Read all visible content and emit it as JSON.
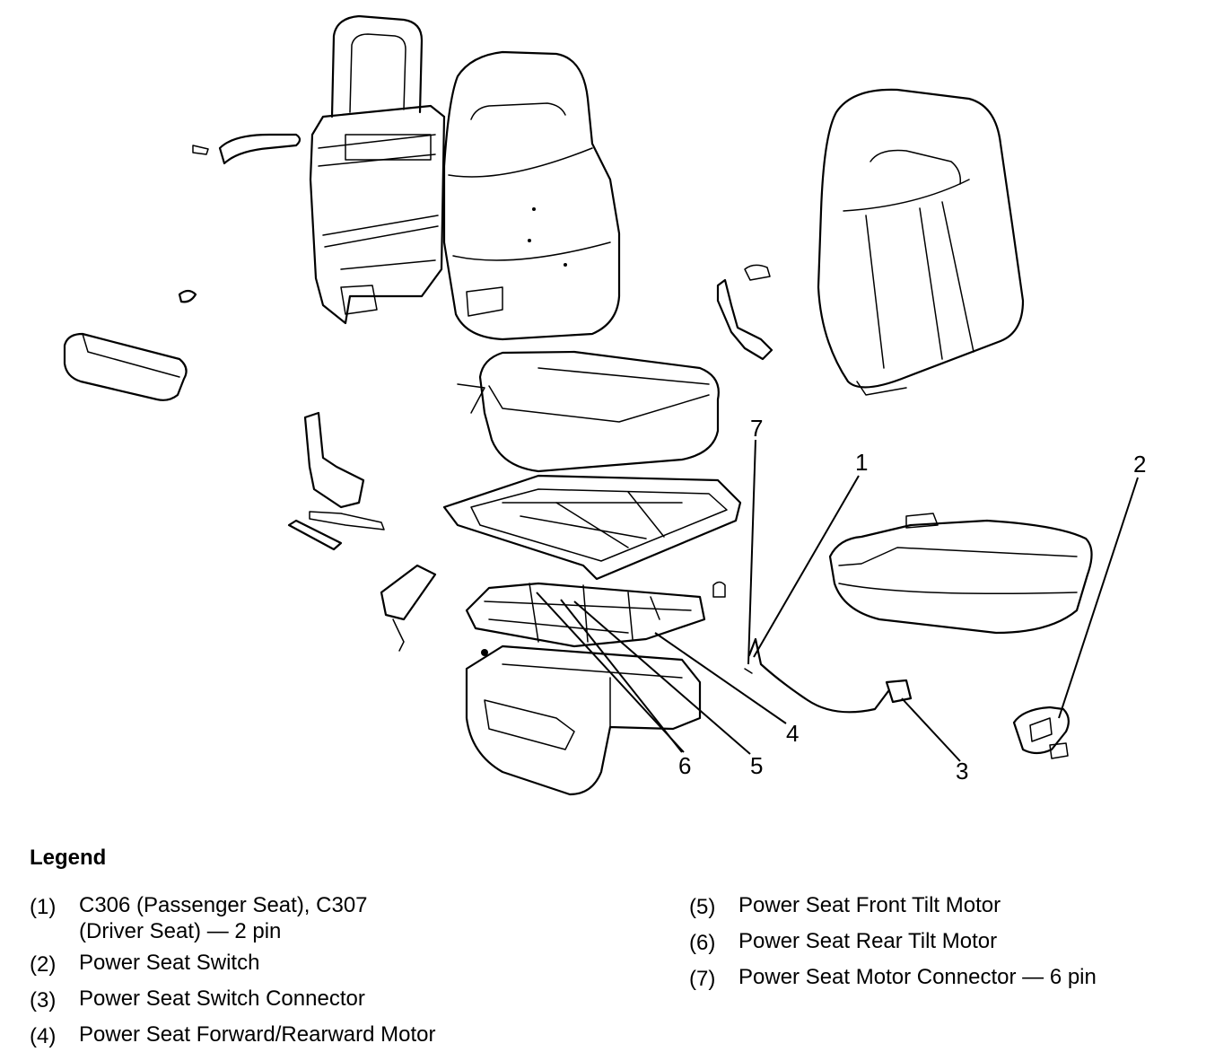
{
  "callouts": [
    "1",
    "2",
    "3",
    "4",
    "5",
    "6",
    "7"
  ],
  "legend": {
    "title": "Legend",
    "left": [
      {
        "num": "(1)",
        "text": "C306 (Passenger Seat), C307\n(Driver Seat) — 2 pin"
      },
      {
        "num": "(2)",
        "text": "Power Seat Switch"
      },
      {
        "num": "(3)",
        "text": "Power Seat Switch Connector"
      },
      {
        "num": "(4)",
        "text": "Power Seat Forward/Rearward Motor"
      }
    ],
    "right": [
      {
        "num": "(5)",
        "text": "Power Seat Front Tilt Motor"
      },
      {
        "num": "(6)",
        "text": "Power Seat Rear Tilt Motor"
      },
      {
        "num": "(7)",
        "text": "Power Seat Motor Connector — 6 pin"
      }
    ]
  }
}
